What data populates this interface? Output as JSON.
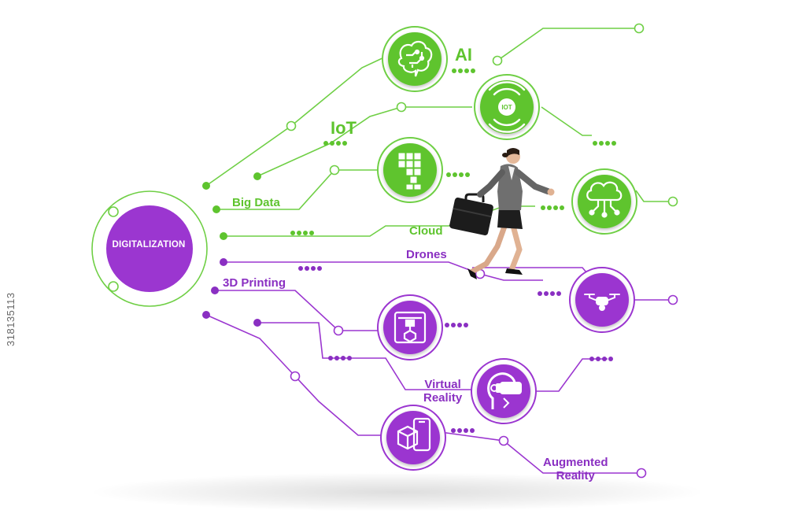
{
  "hub": {
    "label": "DIGITALIZATION",
    "color": "#9b36d0"
  },
  "colors": {
    "green": "#5ec42e",
    "purple": "#8a2fc2",
    "ring": "#6fcf45",
    "purple_ring": "#9b36d0"
  },
  "technologies": {
    "ai": {
      "label": "AI",
      "icon": "brain-circuit-icon"
    },
    "iot": {
      "label": "IoT",
      "icon": "iot-wireless-icon",
      "badge": "IOT"
    },
    "big_data": {
      "label": "Big Data",
      "icon": "data-blocks-icon"
    },
    "cloud": {
      "label": "Cloud",
      "icon": "cloud-network-icon"
    },
    "drones": {
      "label": "Drones",
      "icon": "drone-icon"
    },
    "printing_3d": {
      "label": "3D Printing",
      "icon": "3d-printer-icon"
    },
    "vr": {
      "label_line1": "Virtual",
      "label_line2": "Reality",
      "icon": "vr-headset-icon"
    },
    "ar": {
      "label_line1": "Augmented",
      "label_line2": "Reality",
      "icon": "ar-phone-icon"
    }
  },
  "stock_id": "318135113"
}
